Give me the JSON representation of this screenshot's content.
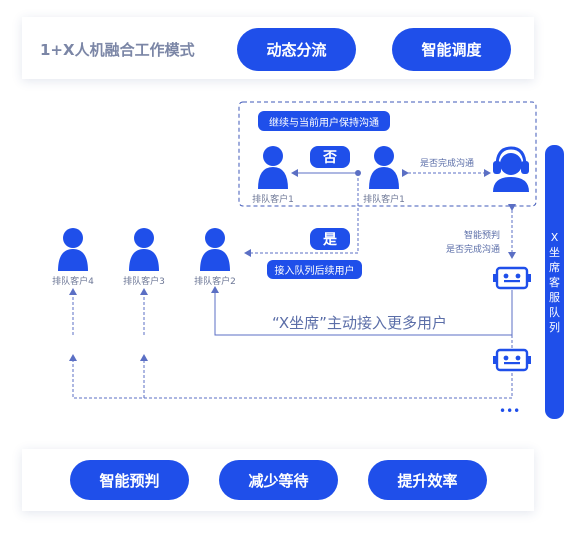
{
  "header": {
    "title": "1+X人机融合工作模式",
    "buttons": [
      "动态分流",
      "智能调度"
    ]
  },
  "top_box": {
    "banner": "继续与当前用户保持沟通",
    "no_tag": "否",
    "customer_left": "排队客户1",
    "customer_right": "排队客户1",
    "edge_label": "是否完成沟通"
  },
  "middle": {
    "customers": [
      "排队客户4",
      "排队客户3",
      "排队客户2"
    ],
    "yes_tag": "是",
    "yes_banner": "接入队列后续用户",
    "predict_label_1": "智能预判",
    "predict_label_2": "是否完成沟通",
    "flow_text": "“X坐席”主动接入更多用户",
    "more": "•••"
  },
  "side_queue": {
    "chars": [
      "X",
      "坐",
      "席",
      "客",
      "服",
      "队",
      "列"
    ]
  },
  "footer": {
    "buttons": [
      "智能预判",
      "减少等待",
      "提升效率"
    ]
  },
  "colors": {
    "primary": "#1f4fea",
    "line": "#5b6fc4",
    "text_gray": "#7b86a6"
  }
}
